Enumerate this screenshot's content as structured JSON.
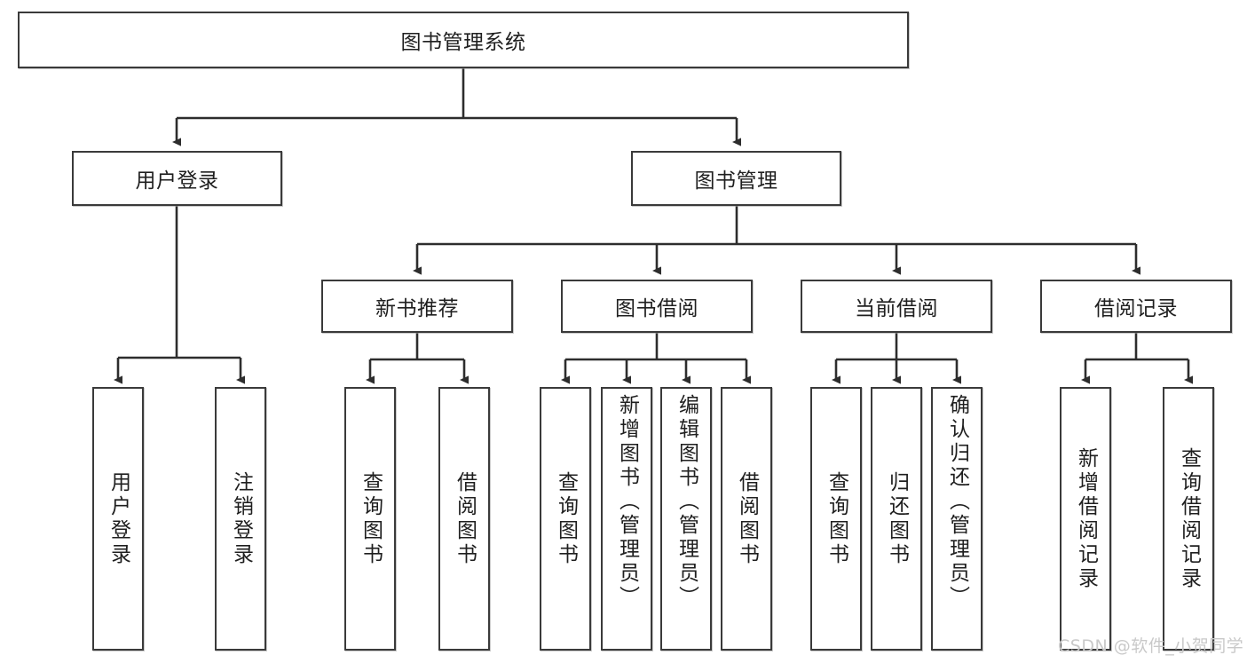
{
  "diagram": {
    "title": "图书管理系统",
    "type": "hierarchy-tree",
    "theme": {
      "border_color": "#3a3a3a",
      "background": "#ffffff",
      "text_color": "#1f1f1f",
      "watermark_color": "#c9c9c9"
    },
    "watermark": "CSDN @软件_小贺同学",
    "levels": {
      "root": {
        "label": "图书管理系统"
      },
      "level2": [
        {
          "label": "用户登录"
        },
        {
          "label": "图书管理"
        }
      ],
      "level3": [
        {
          "label": "新书推荐"
        },
        {
          "label": "图书借阅"
        },
        {
          "label": "当前借阅"
        },
        {
          "label": "借阅记录"
        }
      ],
      "leaves": {
        "user_login": [
          {
            "label": "用户登录"
          },
          {
            "label": "注销登录"
          }
        ],
        "new_book_recommend": [
          {
            "label": "查询图书"
          },
          {
            "label": "借阅图书"
          }
        ],
        "book_borrow": [
          {
            "label": "查询图书"
          },
          {
            "label": "新增图书（管理员）"
          },
          {
            "label": "编辑图书（管理员）"
          },
          {
            "label": "借阅图书"
          }
        ],
        "current_borrow": [
          {
            "label": "查询图书"
          },
          {
            "label": "归还图书"
          },
          {
            "label": "确认归还（管理员）"
          }
        ],
        "borrow_record": [
          {
            "label": "新增借阅记录"
          },
          {
            "label": "查询借阅记录"
          }
        ]
      }
    }
  }
}
